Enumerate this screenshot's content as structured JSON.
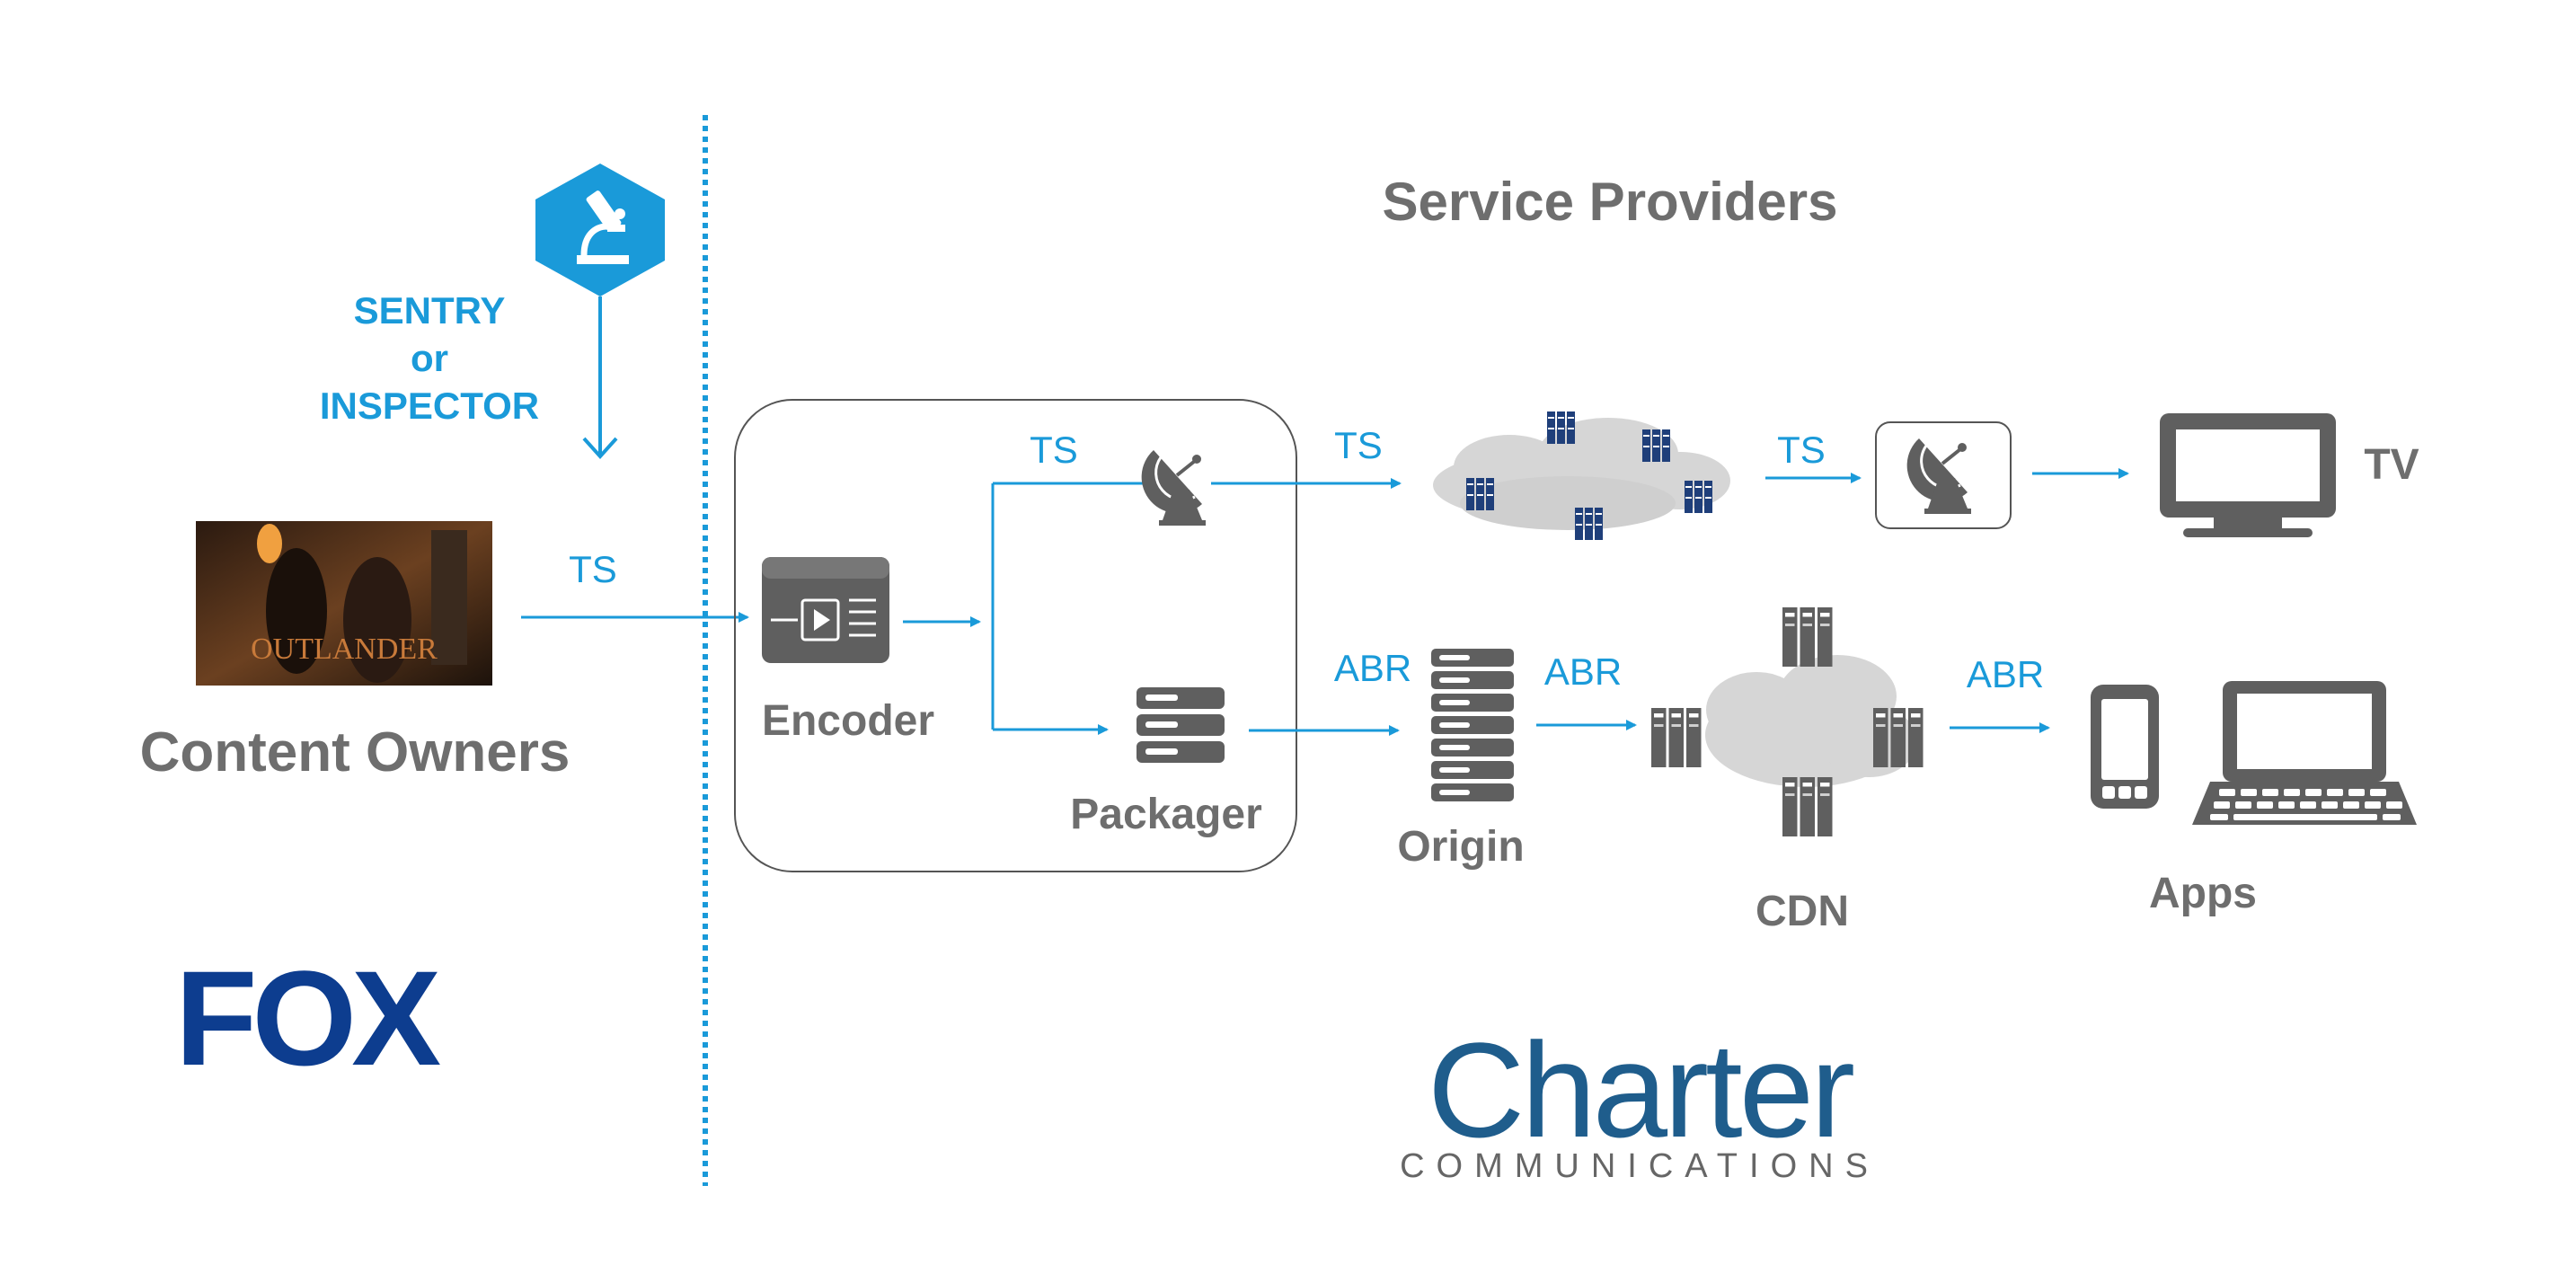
{
  "sections": {
    "service_providers": "Service Providers",
    "content_owners": "Content Owners"
  },
  "sentry": {
    "line1": "SENTRY",
    "line2": "or",
    "line3": "INSPECTOR",
    "icon": "microscope-icon"
  },
  "labels": {
    "ts_input": "TS",
    "ts_top_branch": "TS",
    "ts_to_cloud": "TS",
    "ts_to_receiver": "TS",
    "abr_packager": "ABR",
    "abr_origin": "ABR",
    "abr_cdn": "ABR"
  },
  "nodes": {
    "encoder": "Encoder",
    "packager": "Packager",
    "origin": "Origin",
    "cdn": "CDN",
    "tv": "TV",
    "apps": "Apps"
  },
  "thumbnail": {
    "title": "OUTLANDER"
  },
  "logos": {
    "fox": "FOX",
    "charter": "Charter",
    "charter_sub": "COMMUNICATIONS"
  },
  "colors": {
    "accent_blue": "#1a9ad9",
    "icon_grey": "#5f5f5f",
    "text_grey": "#6e6e6e",
    "fox_blue": "#0d3d8f",
    "charter_blue": "#1f5d8c"
  }
}
